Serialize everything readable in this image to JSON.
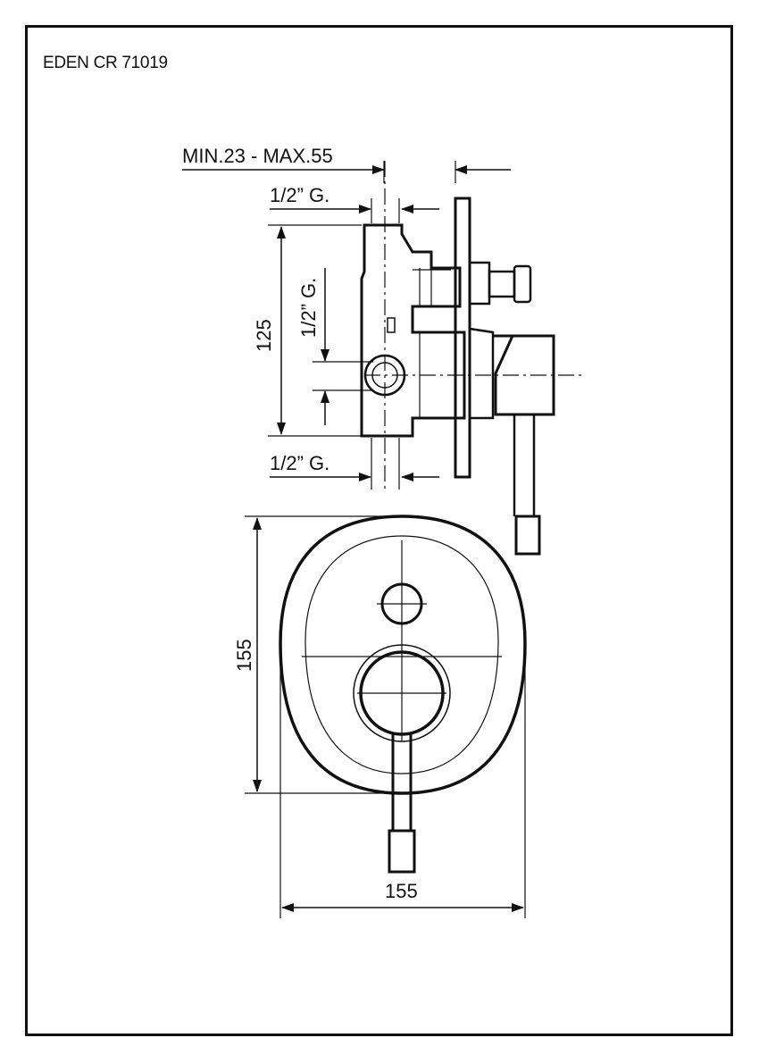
{
  "drawing": {
    "model_label": "EDEN CR 71019",
    "side_view": {
      "depth_range": "MIN.23 - MAX.55",
      "thread_top": "1/2” G.",
      "thread_middle": "1/2” G.",
      "thread_bottom": "1/2” G.",
      "height": "125"
    },
    "front_view": {
      "height": "155",
      "width": "155"
    }
  }
}
